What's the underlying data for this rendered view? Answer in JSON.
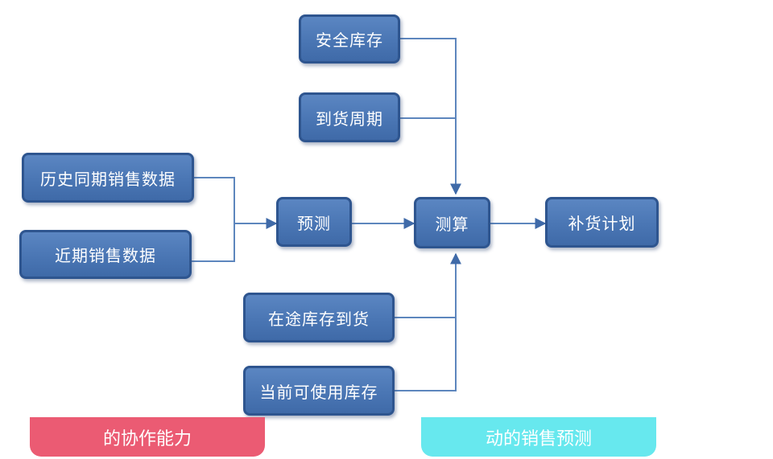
{
  "diagram": {
    "nodes": {
      "safety_stock": "安全库存",
      "lead_time": "到货周期",
      "history_sales": "历史同期销售数据",
      "recent_sales": "近期销售数据",
      "forecast": "预测",
      "calculate": "测算",
      "replenish_plan": "补货计划",
      "in_transit": "在途库存到货",
      "available_stock": "当前可使用库存"
    },
    "edges": [
      {
        "from": "history_sales",
        "to": "forecast"
      },
      {
        "from": "recent_sales",
        "to": "forecast"
      },
      {
        "from": "forecast",
        "to": "calculate"
      },
      {
        "from": "safety_stock",
        "to": "calculate"
      },
      {
        "from": "lead_time",
        "to": "calculate"
      },
      {
        "from": "in_transit",
        "to": "calculate"
      },
      {
        "from": "available_stock",
        "to": "calculate"
      },
      {
        "from": "calculate",
        "to": "replenish_plan"
      }
    ],
    "colors": {
      "node_fill": "#4a76b4",
      "node_border": "#2e558f",
      "edge": "#5d86bd"
    }
  },
  "footer": {
    "left_caption": "的协作能力",
    "right_caption": "动的销售预测",
    "left_color": "#eb5b73",
    "right_color": "#67e8ee"
  }
}
